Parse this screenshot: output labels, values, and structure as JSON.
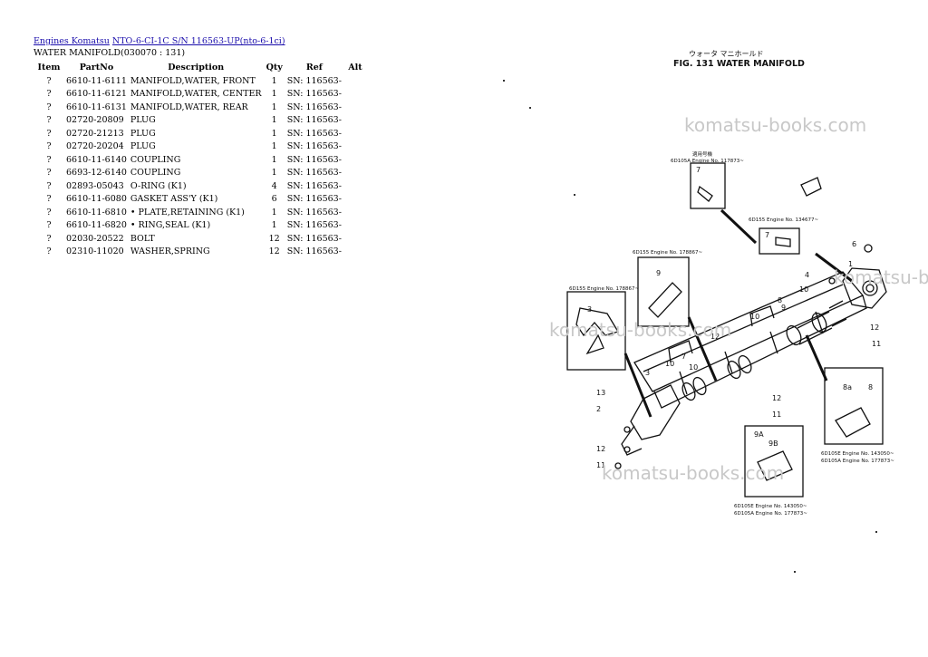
{
  "breadcrumb": {
    "link1": "Engines Komatsu",
    "link2": "NTO-6-CI-1C S/N 116563-UP(nto-6-1ci)"
  },
  "subtitle": "WATER MANIFOLD(030070 : 131)",
  "table": {
    "headers": [
      "Item",
      "PartNo",
      "Description",
      "Qty",
      "Ref",
      "Alt"
    ],
    "rows": [
      [
        "?",
        "6610-11-6111",
        "MANIFOLD,WATER, FRONT",
        "1",
        "SN: 116563-",
        ""
      ],
      [
        "?",
        "6610-11-6121",
        "MANIFOLD,WATER, CENTER",
        "1",
        "SN: 116563-",
        ""
      ],
      [
        "?",
        "6610-11-6131",
        "MANIFOLD,WATER, REAR",
        "1",
        "SN: 116563-",
        ""
      ],
      [
        "?",
        "02720-20809",
        "PLUG",
        "1",
        "SN: 116563-",
        ""
      ],
      [
        "?",
        "02720-21213",
        "PLUG",
        "1",
        "SN: 116563-",
        ""
      ],
      [
        "?",
        "02720-20204",
        "PLUG",
        "1",
        "SN: 116563-",
        ""
      ],
      [
        "?",
        "6610-11-6140",
        "COUPLING",
        "1",
        "SN: 116563-",
        ""
      ],
      [
        "?",
        "6693-12-6140",
        "COUPLING",
        "1",
        "SN: 116563-",
        ""
      ],
      [
        "?",
        "02893-05043",
        "O-RING (K1)",
        "4",
        "SN: 116563-",
        ""
      ],
      [
        "?",
        "6610-11-6080",
        "GASKET ASS'Y (K1)",
        "6",
        "SN: 116563-",
        ""
      ],
      [
        "?",
        "6610-11-6810",
        "• PLATE,RETAINING (K1)",
        "1",
        "SN: 116563-",
        ""
      ],
      [
        "?",
        "6610-11-6820",
        "• RING,SEAL (K1)",
        "1",
        "SN: 116563-",
        ""
      ],
      [
        "?",
        "02030-20522",
        "BOLT",
        "12",
        "SN: 116563-",
        ""
      ],
      [
        "?",
        "02310-11020",
        "WASHER,SPRING",
        "12",
        "SN: 116563-",
        ""
      ]
    ]
  },
  "figure": {
    "title_jp": "ウォータ マニホールド",
    "title": "FIG. 131  WATER MANIFOLD",
    "watermark": "komatsu-books.com",
    "callouts": [
      "1",
      "2",
      "3",
      "3",
      "4",
      "6",
      "7",
      "7",
      "8",
      "8",
      "8a",
      "9",
      "9",
      "9A",
      "9B",
      "10",
      "10",
      "10",
      "10",
      "11",
      "11",
      "11",
      "12",
      "12",
      "12",
      "13"
    ],
    "notes": [
      "適用号機",
      "6D105A  Engine No. 117873~",
      "6D155  Engine No. 134677~",
      "6D155  Engine No. 178867~",
      "6D155  Engine No. 178867~",
      "6D105E  Engine No. 143050~",
      "6D105A  Engine No. 177873~",
      "6D105E  Engine No. 143050~",
      "6D105A  Engine No. 177873~"
    ]
  }
}
